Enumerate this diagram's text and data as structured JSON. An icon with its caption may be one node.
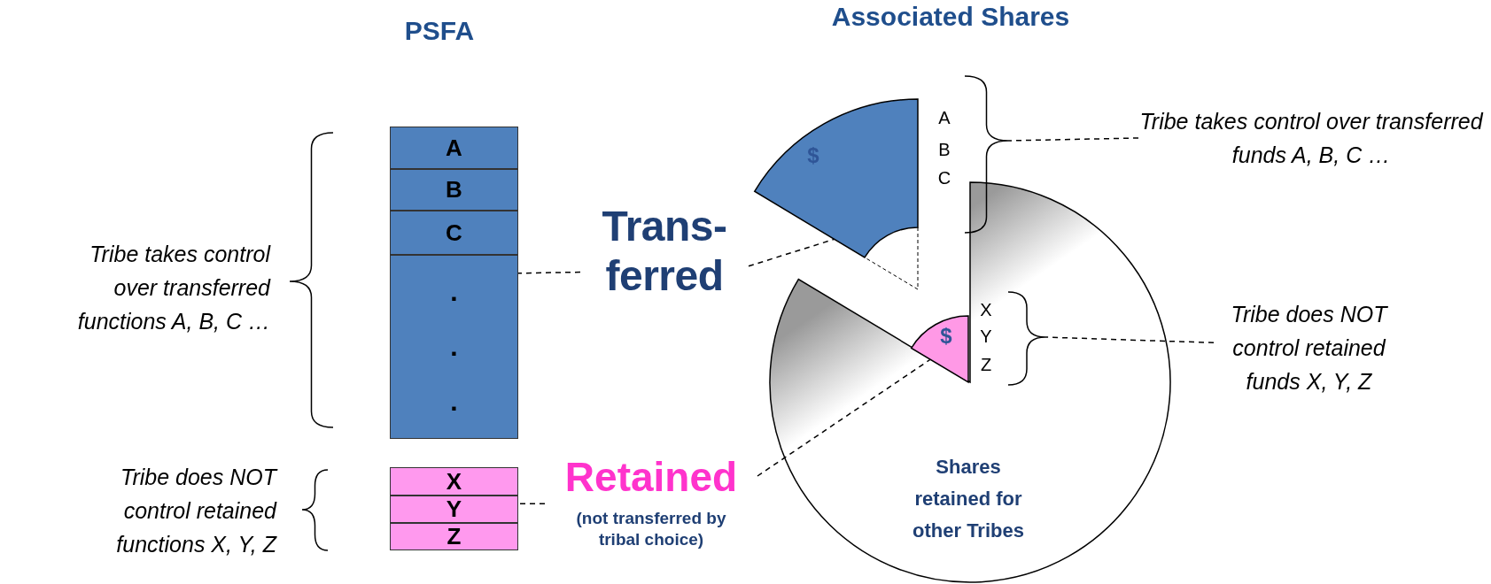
{
  "diagram": {
    "nodes": [
      {
        "text": [
          "A"
        ]
      },
      {
        "text": [
          "B"
        ]
      },
      {
        "text": [
          "C"
        ]
      },
      {
        "text": [
          ". . ."
        ]
      },
      {
        "text": [
          "X"
        ]
      },
      {
        "text": [
          "Y"
        ]
      },
      {
        "text": [
          "Z"
        ]
      },
      {
        "text": [
          "Trans- ferred"
        ]
      },
      {
        "text": [
          "Retained",
          "(not transferred by tribal choice)"
        ]
      },
      {
        "text": [
          "$"
        ]
      },
      {
        "text": [
          "$"
        ]
      },
      {
        "text": [
          "Shares retained for other Tribes"
        ]
      },
      {
        "text": [
          "Tribe takes control over transferred funds A, B, C …"
        ]
      },
      {
        "text": [
          "Tribe does NOT control retained funds X, Y, Z"
        ]
      },
      {
        "text": [],
        "shape": "brace"
      },
      {
        "text": [],
        "shape": "brace",
        "in": 11
      }
    ],
    "edges": [
      {
        "from": 7,
        "to": 3,
        "arrow": "none",
        "style": "dashed"
      },
      {
        "from": 7,
        "to": 9,
        "arrow": "none",
        "style": "dashed"
      },
      {
        "from": 8,
        "to": 5,
        "arrow": "none",
        "style": "dashed"
      },
      {
        "from": 8,
        "to": 10,
        "arrow": "none",
        "style": "dashed"
      },
      {
        "from": 12,
        "to": 14,
        "arrow": "none",
        "style": "dashed"
      },
      {
        "from": 13,
        "to": 15,
        "arrow": "none",
        "style": "dashed"
      }
    ],
    "labels": [
      "PSFA",
      "Associated Shares",
      "A",
      "B",
      "C",
      "Tribe takes control over transferred functions A, B, C …",
      "X",
      "Y",
      "Z",
      "Tribe does NOT control retained functions X, Y, Z"
    ]
  }
}
